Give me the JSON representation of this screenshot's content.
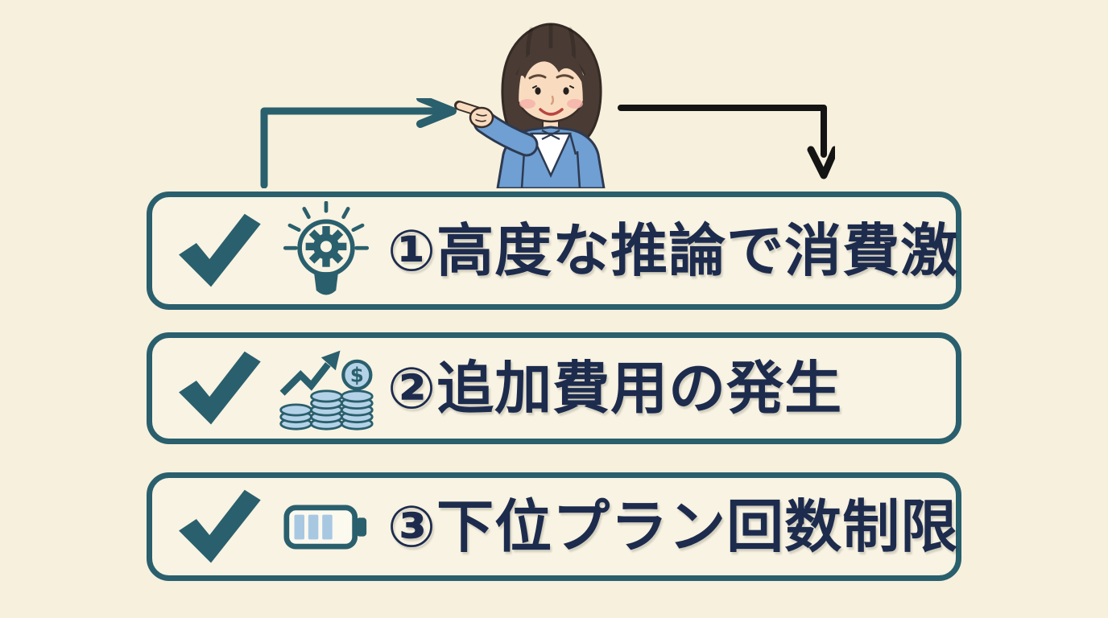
{
  "background": "#f6f0dd",
  "palette": {
    "box_border": "#2a5f6d",
    "box_fill": "#f8f3e2",
    "text_navy": "#1d2b4d",
    "check_teal": "#2a5f6d",
    "left_arrow": "#2a5f6d",
    "right_arrow": "#141414",
    "coin_blue": "#b4d2e7",
    "battery_bar_blue": "#a8c8e2",
    "suit_blue": "#6f9fd3",
    "skin": "#f9dcc0",
    "hair_brown": "#4a3b35"
  },
  "illustration": "woman-presenter-pointing",
  "items": [
    {
      "icon": "lightbulb-gear-icon",
      "label": "①高度な推論で消費激"
    },
    {
      "icon": "rising-coins-chart-icon",
      "label": "②追加費用の発生"
    },
    {
      "icon": "battery-icon",
      "label": "③下位プラン回数制限"
    }
  ],
  "coin_symbol": "$"
}
